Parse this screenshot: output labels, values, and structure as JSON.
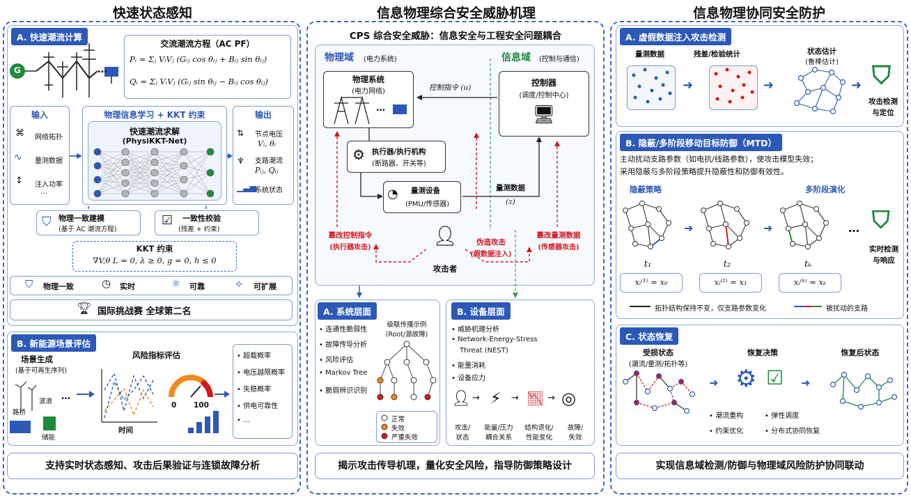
{
  "columns": {
    "left_title": "快速状态感知",
    "mid_title": "信息物理综合安全威胁机理",
    "right_title": "信息物理协同安全防护"
  },
  "left": {
    "sectionA": {
      "tag": "A. 快速潮流计算",
      "ac_title": "交流潮流方程（AC PF）",
      "eq_p": "Pᵢ = Σⱼ VᵢVⱼ (Gᵢⱼ cos θᵢⱼ + Bᵢⱼ sin θᵢⱼ)",
      "eq_q": "Qᵢ = Σⱼ VᵢVⱼ (Gᵢⱼ sin θᵢⱼ − Bᵢⱼ cos θᵢⱼ)",
      "input_title": "输入",
      "inputs": [
        "网络拓扑",
        "量测数据",
        "注入功率",
        "…"
      ],
      "learning_title": "物理信息学习 + KKT 约束",
      "solver_title": "快速潮流求解",
      "solver_sub": "(PhysiKKT-Net)",
      "output_title": "输出",
      "out_voltage": "节点电压",
      "out_voltage_sym": "Vᵢ, θᵢ",
      "out_flow": "支路潮流",
      "out_flow_sym": "Pᵢⱼ, Qᵢⱼ",
      "out_state": "系统状态",
      "phys_model": "物理一致建模",
      "phys_model_sub": "(基于 AC 潮流方程)",
      "consistency": "一致性校验",
      "consistency_sub": "(残差 + 约束)",
      "kkt_title": "KKT 约束",
      "kkt_eq": "∇V,θ L = 0,  λ ≥ 0,  g = 0,  h ≤ 0",
      "features": [
        "物理一致",
        "实时",
        "可靠",
        "可扩展"
      ],
      "award": "国际挑战赛 全球第二名",
      "g_label": "G"
    },
    "sectionB": {
      "tag": "B. 新能源场景评估",
      "scene_title": "场景生成",
      "scene_sub": "(基于可再生序列)",
      "lbl_road": "路桥",
      "lbl_wave": "波浪",
      "lbl_storage": "储能",
      "ellipsis": "…",
      "risk_title": "风险指标评估",
      "time_label": "时间",
      "gauge_min": "0",
      "gauge_max": "100",
      "risk_list": [
        "超载概率",
        "电压越限概率",
        "失稳概率",
        "供电可靠性",
        "…"
      ]
    },
    "footer": "支持实时状态感知、攻击后果验证与连锁故障分析"
  },
  "mid": {
    "header": "CPS 综合安全威胁：信息安全与工程安全问题耦合",
    "phys_domain": "物理域",
    "phys_domain_sub": "(电力系统)",
    "info_domain": "信息域",
    "info_domain_sub": "(控制与通信)",
    "phys_sys": "物理系统",
    "phys_sys_sub": "(电力网络)",
    "controller": "控制器",
    "controller_sub": "(调度/控制中心)",
    "ctrl_cmd": "控制指令 (u)",
    "actuator": "执行器/执行机构",
    "actuator_sub": "(断路器、开关等)",
    "meter": "量测设备",
    "meter_sub": "(PMU/传感器)",
    "meas_data": "量测数据",
    "meas_sym": "(z)",
    "tamper_ctrl": "篡改控制指令",
    "tamper_ctrl_sub": "(执行器攻击)",
    "fake_attack": "伪造攻击",
    "fake_attack_sub": "(假数据注入)",
    "tamper_meas": "篡改量测数据",
    "tamper_meas_sub": "(传感器攻击)",
    "attacker": "攻击者",
    "sysA_tag": "A. 系统层面",
    "sysA_items": [
      "连通性脆弱性",
      "故障传导分析",
      "风险评估",
      "Markov Tree",
      "脆弱辨识识别"
    ],
    "cascade_title": "级联传播示例",
    "cascade_sub": "(Root/源故障)",
    "legend": [
      "正常",
      "失效",
      "严重失效"
    ],
    "devB_tag": "B. 设备层面",
    "devB_items": [
      "威胁机理分析",
      "Network-Energy-Stress",
      "Threat (NEST)",
      "能量消耗",
      "设备应力"
    ],
    "chain_labels": [
      "攻击/\n状态",
      "能量/压力\n耦合关系",
      "结构退化/\n性能变化",
      "故障/\n失效"
    ],
    "footer": "揭示攻击传导机理，量化安全风险，指导防御策略设计"
  },
  "right": {
    "A": {
      "tag": "A. 虚假数据注入攻击检测",
      "measure": "量测数据",
      "residual": "残差/检验统计",
      "estimate": "状态估计",
      "estimate_sub": "(鲁棒估计)",
      "detect": "攻击检测",
      "detect_sub": "与定位"
    },
    "B": {
      "tag": "B. 隐蔽/多阶段移动目标防御（MTD）",
      "desc1": "主动扰动支路参数（如电抗/线路参数），使攻击模型失效；",
      "desc2": "采用隐蔽与多阶段策略提升隐蔽性和防御有效性。",
      "hidden": "隐蔽策略",
      "multistage": "多阶段演化",
      "t1": "t₁",
      "t2": "t₂",
      "tk": "tₖ",
      "x1": "xᵢ⁽¹⁾ = x₀",
      "x2": "xᵢ⁽²⁾ = x₁",
      "xk": "xᵢ⁽ᵏ⁾ = xₖ",
      "ellipsis": "…",
      "realtime": "实时检测",
      "realtime_sub": "与响应",
      "legend1": "拓扑结构保持不变，仅支路参数变化",
      "legend2": "被扰动的支路"
    },
    "C": {
      "tag": "C. 状态恢复",
      "damaged": "受损状态",
      "damaged_sub": "(潮流/量测/拓扑等)",
      "decision": "恢复决策",
      "recovered": "恢复后状态",
      "items": [
        "潮流重构",
        "弹性调度",
        "约束优化",
        "分布式协同恢复"
      ]
    },
    "footer": "实现信息域检测/防御与物理域风险防护协同联动"
  },
  "colors": {
    "accent": "#2c59b8",
    "red": "#d4171e",
    "green": "#1e8a3c",
    "orange": "#f08a1c"
  }
}
